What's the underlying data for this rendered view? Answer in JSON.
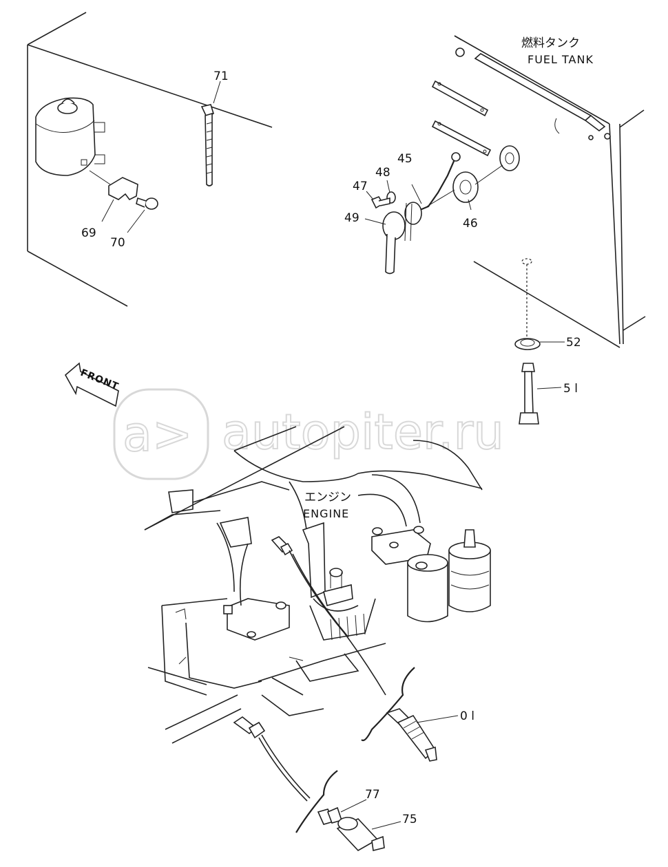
{
  "labels": {
    "fuel_tank_jp": "燃料タンク",
    "fuel_tank_en": "FUEL TANK",
    "engine_jp": "エンジン",
    "engine_en": "ENGINE",
    "front": "FRONT"
  },
  "part_numbers": {
    "p71": "71",
    "p69": "69",
    "p70": "70",
    "p45": "45",
    "p48": "48",
    "p47": "47",
    "p49": "49",
    "p46": "46",
    "p52": "52",
    "p51": "5 l",
    "p01": "0 l",
    "p77": "77",
    "p75": "75"
  },
  "watermark": "autopiter.ru"
}
